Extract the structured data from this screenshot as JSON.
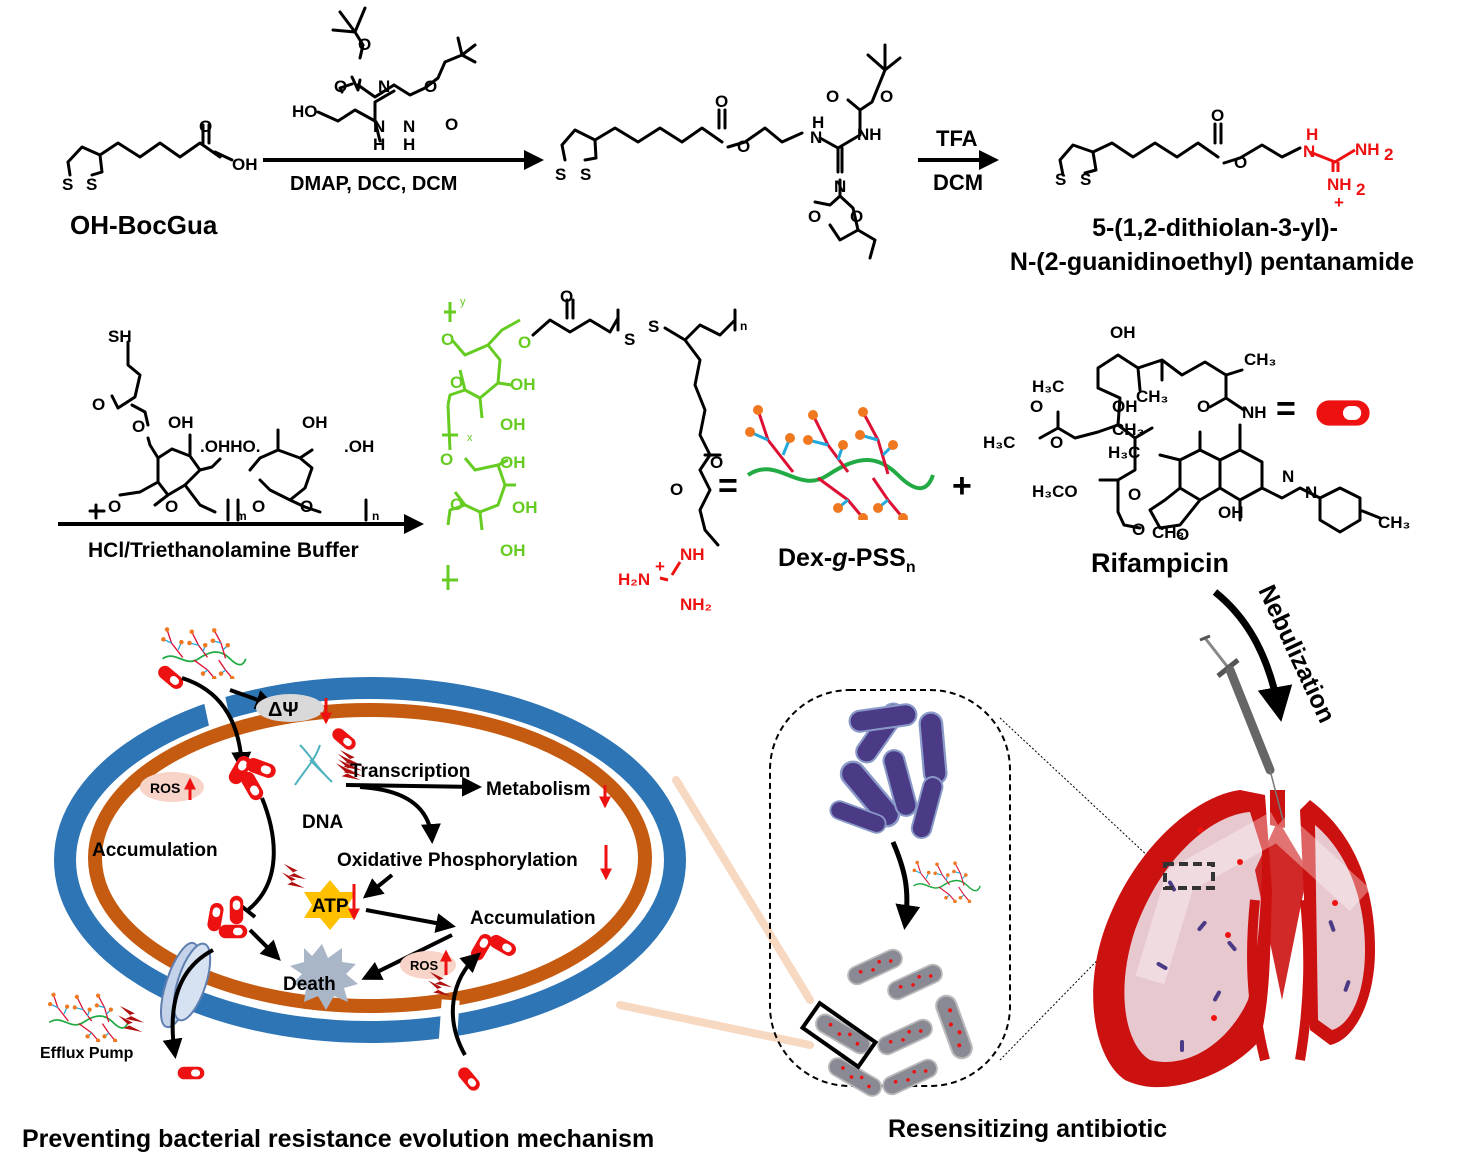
{
  "colors": {
    "outer_membrane": "#2e75b6",
    "inner_membrane": "#c55a11",
    "drug": "#ee1111",
    "dextran": "#66cc22",
    "guanidine": "#ee1111",
    "atp_star": "#ffc000",
    "death_star": "#a9b6c8",
    "lung_red": "#cc1111",
    "bacteria_purple": "#4b3a86",
    "polymer_backbone": "#22aa44",
    "polymer_chain": "#dd1133",
    "polymer_branch": "#22aadd",
    "polymer_end": "#f07820"
  },
  "reaction1": {
    "starting_material_label": "OH-BocGua",
    "starting_atoms": {
      "oh": "OH",
      "o": "O",
      "s1": "S",
      "s2": "S"
    },
    "reagent_atoms": {
      "ho": "HO",
      "nh1": "N",
      "h1": "H",
      "nh2": "N",
      "h2": "H",
      "n": "N",
      "o1": "O",
      "o2": "O",
      "o3": "O",
      "o4": "O"
    },
    "conditions": "DMAP, DCC, DCM"
  },
  "intermediate": {
    "atoms": {
      "o": "O",
      "o_ester": "O",
      "n_h": "H",
      "n": "N",
      "nh": "NH",
      "n_imine": "N",
      "o1": "O",
      "o2": "O",
      "o3": "O",
      "o4": "O",
      "s1": "S",
      "s2": "S"
    }
  },
  "reaction2": {
    "reagent": "TFA",
    "solvent": "DCM"
  },
  "product": {
    "name_line1": "5-(1,2-dithiolan-3-yl)-",
    "name_line2": "N-(2-guanidinoethyl) pentanamide",
    "atoms": {
      "o": "O",
      "o_ester": "O",
      "h": "H",
      "n": "N",
      "nh2_a": "NH",
      "nh2_b": "NH",
      "sub2": "2",
      "plus": "+",
      "s1": "S",
      "s2": "S"
    }
  },
  "dextran_reaction": {
    "conditions": "HCl/Triethanolamine Buffer",
    "atoms": {
      "sh": "SH",
      "o_carbonyl": "O",
      "o_ester": "O",
      "oh1": "OH",
      "oh2": ".OHHO.",
      "oh3": "OH",
      "oh4": ".OH",
      "o_ring1": "O",
      "o_ring2": "O",
      "o_link1": "O",
      "o_link2": "O",
      "m": "m",
      "n": "n"
    }
  },
  "polymer": {
    "name_main": "Dex-",
    "name_italic": "g",
    "name_tail": "-PSS",
    "name_sub": "n",
    "equals": "=",
    "plus": "+",
    "atoms": {
      "o_top": "O",
      "y": "y",
      "x": "x",
      "o_ester": "O",
      "o_carbonyl": "O",
      "s1": "S",
      "s2": "S",
      "n": "n",
      "oh1": "OH",
      "oh2": "OH",
      "oh3": "OH",
      "oh4": "OH",
      "oh5": "OH",
      "o_ring1": "O",
      "o_ring2": "O",
      "o_link": "O",
      "o_ester2": "O",
      "o_carbonyl2": "O",
      "nh": "NH",
      "h2n": "H₂N",
      "nh2": "NH₂",
      "plus": "+"
    }
  },
  "rifampicin": {
    "label": "Rifampicin",
    "equals": "=",
    "atoms": {
      "oh_top": "OH",
      "ch3_a": "CH₃",
      "h3c_a": "H₃C",
      "oh_mid": "OH",
      "ch3_b": "CH₃",
      "o_amide": "O",
      "nh": "NH",
      "o_acetyl": "O",
      "h3c_b": "H₃C",
      "o_ester": "O",
      "ch3_c": "CH₃",
      "h3c_c": "H₃C",
      "h3co": "H₃CO",
      "o_furan": "O",
      "oh_bottom": "OH",
      "n1": "N",
      "n2": "N",
      "ch3_d": "CH₃",
      "o_ring": "O",
      "ch3_e": "CH₃",
      "o_keto": "O"
    }
  },
  "mechanism": {
    "title": "Preventing bacterial resistance evolution mechanism",
    "labels": {
      "delta_psi": "ΔΨ",
      "ros_1": "ROS",
      "ros_2": "ROS",
      "accumulation_left": "Accumulation",
      "accumulation_right": "Accumulation",
      "dna": "DNA",
      "transcription": "Transcription",
      "metabolism": "Metabolism",
      "oxidative_phosphorylation": "Oxidative Phosphorylation",
      "atp": "ATP",
      "death": "Death",
      "efflux_pump": "Efflux Pump"
    }
  },
  "resensitizing": {
    "title": "Resensitizing antibiotic",
    "nebulization": "Nebulization"
  }
}
